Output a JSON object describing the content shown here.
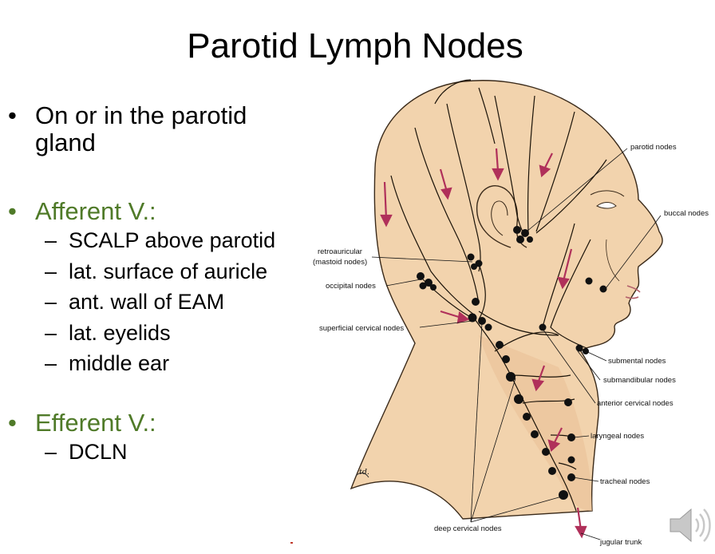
{
  "slide": {
    "title": "Parotid Lymph Nodes",
    "bullet1": "On or in the parotid gland",
    "afferent_heading": "Afferent V.:",
    "afferent_items": [
      "SCALP above parotid",
      "lat. surface of auricle",
      "ant. wall of EAM",
      "lat. eyelids",
      "middle ear"
    ],
    "efferent_heading": "Efferent V.:",
    "efferent_items": [
      "DCLN"
    ]
  },
  "illustration": {
    "labels": {
      "parotid": "parotid nodes",
      "buccal": "buccal nodes",
      "retro1": "retroauricular",
      "retro2": "(mastoid nodes)",
      "occipital": "occipital nodes",
      "superficial": "superficial cervical nodes",
      "submental": "submental nodes",
      "submandibular": "submandibular nodes",
      "anterior": "anterior cervical nodes",
      "laryngeal": "laryngeal nodes",
      "tracheal": "tracheal nodes",
      "deep": "deep cervical nodes",
      "jugular": "jugular trunk"
    },
    "signature": "td.",
    "colors": {
      "skin": "#f2d3ad",
      "node": "#111111",
      "arrow": "#b0305a",
      "accent_green": "#4f7a28"
    }
  },
  "audio_icon": "speaker-icon"
}
